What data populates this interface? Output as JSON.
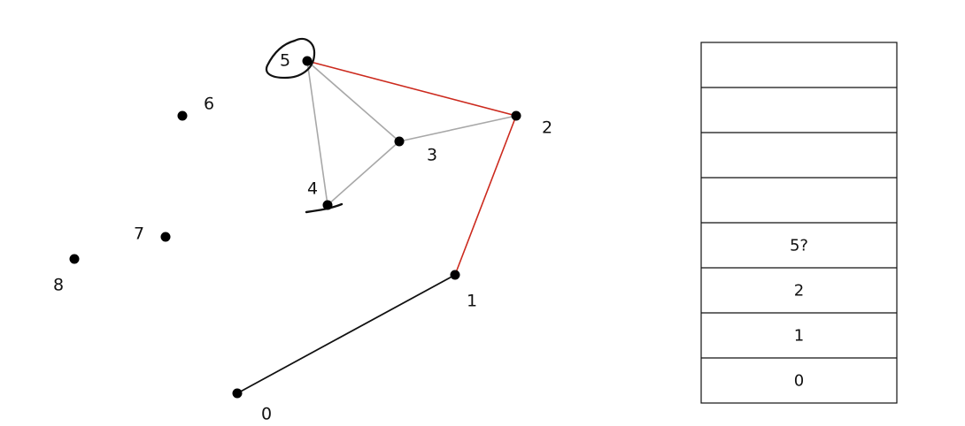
{
  "points": [
    {
      "id": "p0",
      "label": "0"
    },
    {
      "id": "p1",
      "label": "1"
    },
    {
      "id": "p2",
      "label": "2"
    },
    {
      "id": "p3",
      "label": "3"
    },
    {
      "id": "p4",
      "label": "4"
    },
    {
      "id": "p5",
      "label": "5"
    },
    {
      "id": "p6",
      "label": "6"
    },
    {
      "id": "p7",
      "label": "7"
    },
    {
      "id": "p8",
      "label": "8"
    }
  ],
  "edges": [
    {
      "from": "p0",
      "to": "p1",
      "kind": "hull"
    },
    {
      "from": "p1",
      "to": "p2",
      "kind": "active"
    },
    {
      "from": "p2",
      "to": "p5",
      "kind": "active"
    },
    {
      "from": "p2",
      "to": "p3",
      "kind": "candidate"
    },
    {
      "from": "p3",
      "to": "p5",
      "kind": "candidate"
    },
    {
      "from": "p3",
      "to": "p4",
      "kind": "candidate"
    },
    {
      "from": "p4",
      "to": "p5",
      "kind": "candidate"
    }
  ],
  "stack": {
    "slots": [
      "",
      "",
      "",
      "",
      "5?",
      "2",
      "1",
      "0"
    ]
  },
  "colors": {
    "hull": "#111111",
    "active": "#cc2a1e",
    "candidate": "#a8a8a8",
    "point": "#000000",
    "border": "#111111"
  }
}
